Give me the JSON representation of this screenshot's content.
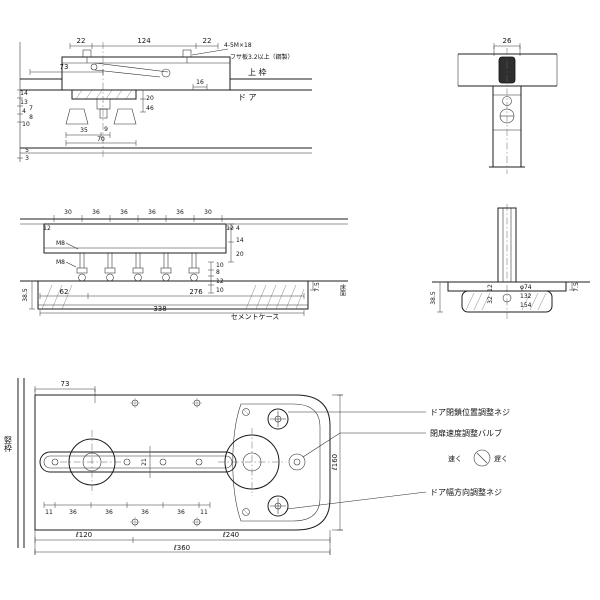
{
  "colors": {
    "ink": "#1c1c1c",
    "background": "#ffffff"
  },
  "drawing": {
    "views": {
      "side": {
        "dim_22a": "22",
        "dim_124": "124",
        "dim_22b": "22",
        "note_screws": "4-5M×18",
        "note_plate": "フサ板3.2以上（鋼製）",
        "label_top_frame": "上 枠",
        "label_door": "ド ア",
        "dim_73": "73",
        "dim_14": "14",
        "dim_13": "13",
        "dim_7": "7",
        "dim_4": "4",
        "dim_8": "8",
        "dim_10": "10",
        "dim_16": "16",
        "dim_20": "20",
        "dim_46": "46",
        "dim_35": "35",
        "dim_9": "9",
        "dim_70": "70",
        "dim_5": "5",
        "dim_3": "3"
      },
      "front_top": {
        "dim_26": "26"
      },
      "section": {
        "dim_30a": "30",
        "dim_36a": "36",
        "dim_36b": "36",
        "dim_36c": "36",
        "dim_36d": "36",
        "dim_30b": "30",
        "dim_12a": "12",
        "dim_12b": "12",
        "bolt_label_a": "M8",
        "bolt_label_b": "M8",
        "dim_4": "4",
        "dim_14": "14",
        "dim_20": "20",
        "dim_10a": "10",
        "dim_8": "8",
        "dim_12c": "12",
        "dim_10b": "10",
        "dim_62": "62",
        "dim_276": "276",
        "dim_338": "338",
        "label_cement_case": "セメントケース",
        "dim_38_5": "38.5",
        "dim_7_5": "7.5",
        "label_floor": "床面"
      },
      "pivot_section": {
        "dim_dia74": "φ74",
        "dim_132": "132",
        "dim_154": "154",
        "dim_38_5": "38.5",
        "dim_7_5": "7.5",
        "dim_12": "12",
        "dim_32": "32"
      },
      "plan": {
        "dim_73": "73",
        "label_jamb": "竪枠",
        "dim_11a": "11",
        "dim_36a": "36",
        "dim_36b": "36",
        "dim_36c": "36",
        "dim_36d": "36",
        "dim_11b": "11",
        "dim_21": "21",
        "dim_l120": "ℓ120",
        "dim_l240": "ℓ240",
        "dim_l360": "ℓ360",
        "dim_l160": "ℓ160",
        "callout_close_position": "ドア閉鎖位置調整ネジ",
        "callout_speed_valve": "閉扉速度調整バルブ",
        "callout_width_adjust": "ドア幅方向調整ネジ",
        "label_fast": "速く",
        "label_slow": "遅く"
      }
    }
  }
}
